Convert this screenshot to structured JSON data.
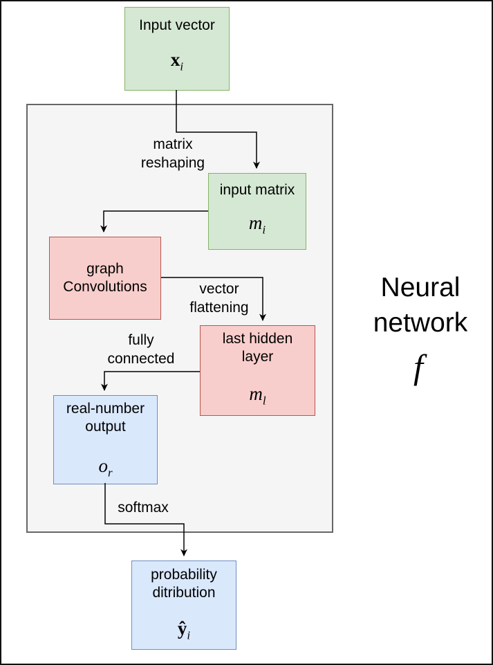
{
  "nodes": {
    "input_vector": {
      "label": "Input vector",
      "symbol": "x",
      "sub": "i"
    },
    "input_matrix": {
      "label": "input matrix",
      "symbol": "m",
      "sub": "i"
    },
    "graph_convolutions": {
      "line1": "graph",
      "line2": "Convolutions"
    },
    "last_hidden_layer": {
      "line1": "last hidden",
      "line2": "layer",
      "symbol": "m",
      "sub": "l"
    },
    "real_number_output": {
      "line1": "real-number",
      "line2": "output",
      "symbol": "o",
      "sub": "r"
    },
    "probability_distribution": {
      "line1": "probability",
      "line2": "ditribution",
      "symbol": "ŷ",
      "sub": "i"
    }
  },
  "edge_labels": {
    "matrix_reshaping": {
      "line1": "matrix",
      "line2": "reshaping"
    },
    "vector_flattening": {
      "line1": "vector",
      "line2": "flattening"
    },
    "fully_connected": {
      "line1": "fully",
      "line2": "connected"
    },
    "softmax": "softmax"
  },
  "side_label": {
    "line1": "Neural",
    "line2": "network",
    "symbol": "f"
  },
  "colors": {
    "green_fill": "#d5e8d4",
    "green_border": "#82b366",
    "red_fill": "#f8cecc",
    "red_border": "#b85450",
    "blue_fill": "#dae8fc",
    "blue_border": "#6c8ebf",
    "container_fill": "#f5f5f5",
    "container_border": "#666666",
    "arrow": "#000000",
    "text": "#000000",
    "page": "#ffffff"
  }
}
